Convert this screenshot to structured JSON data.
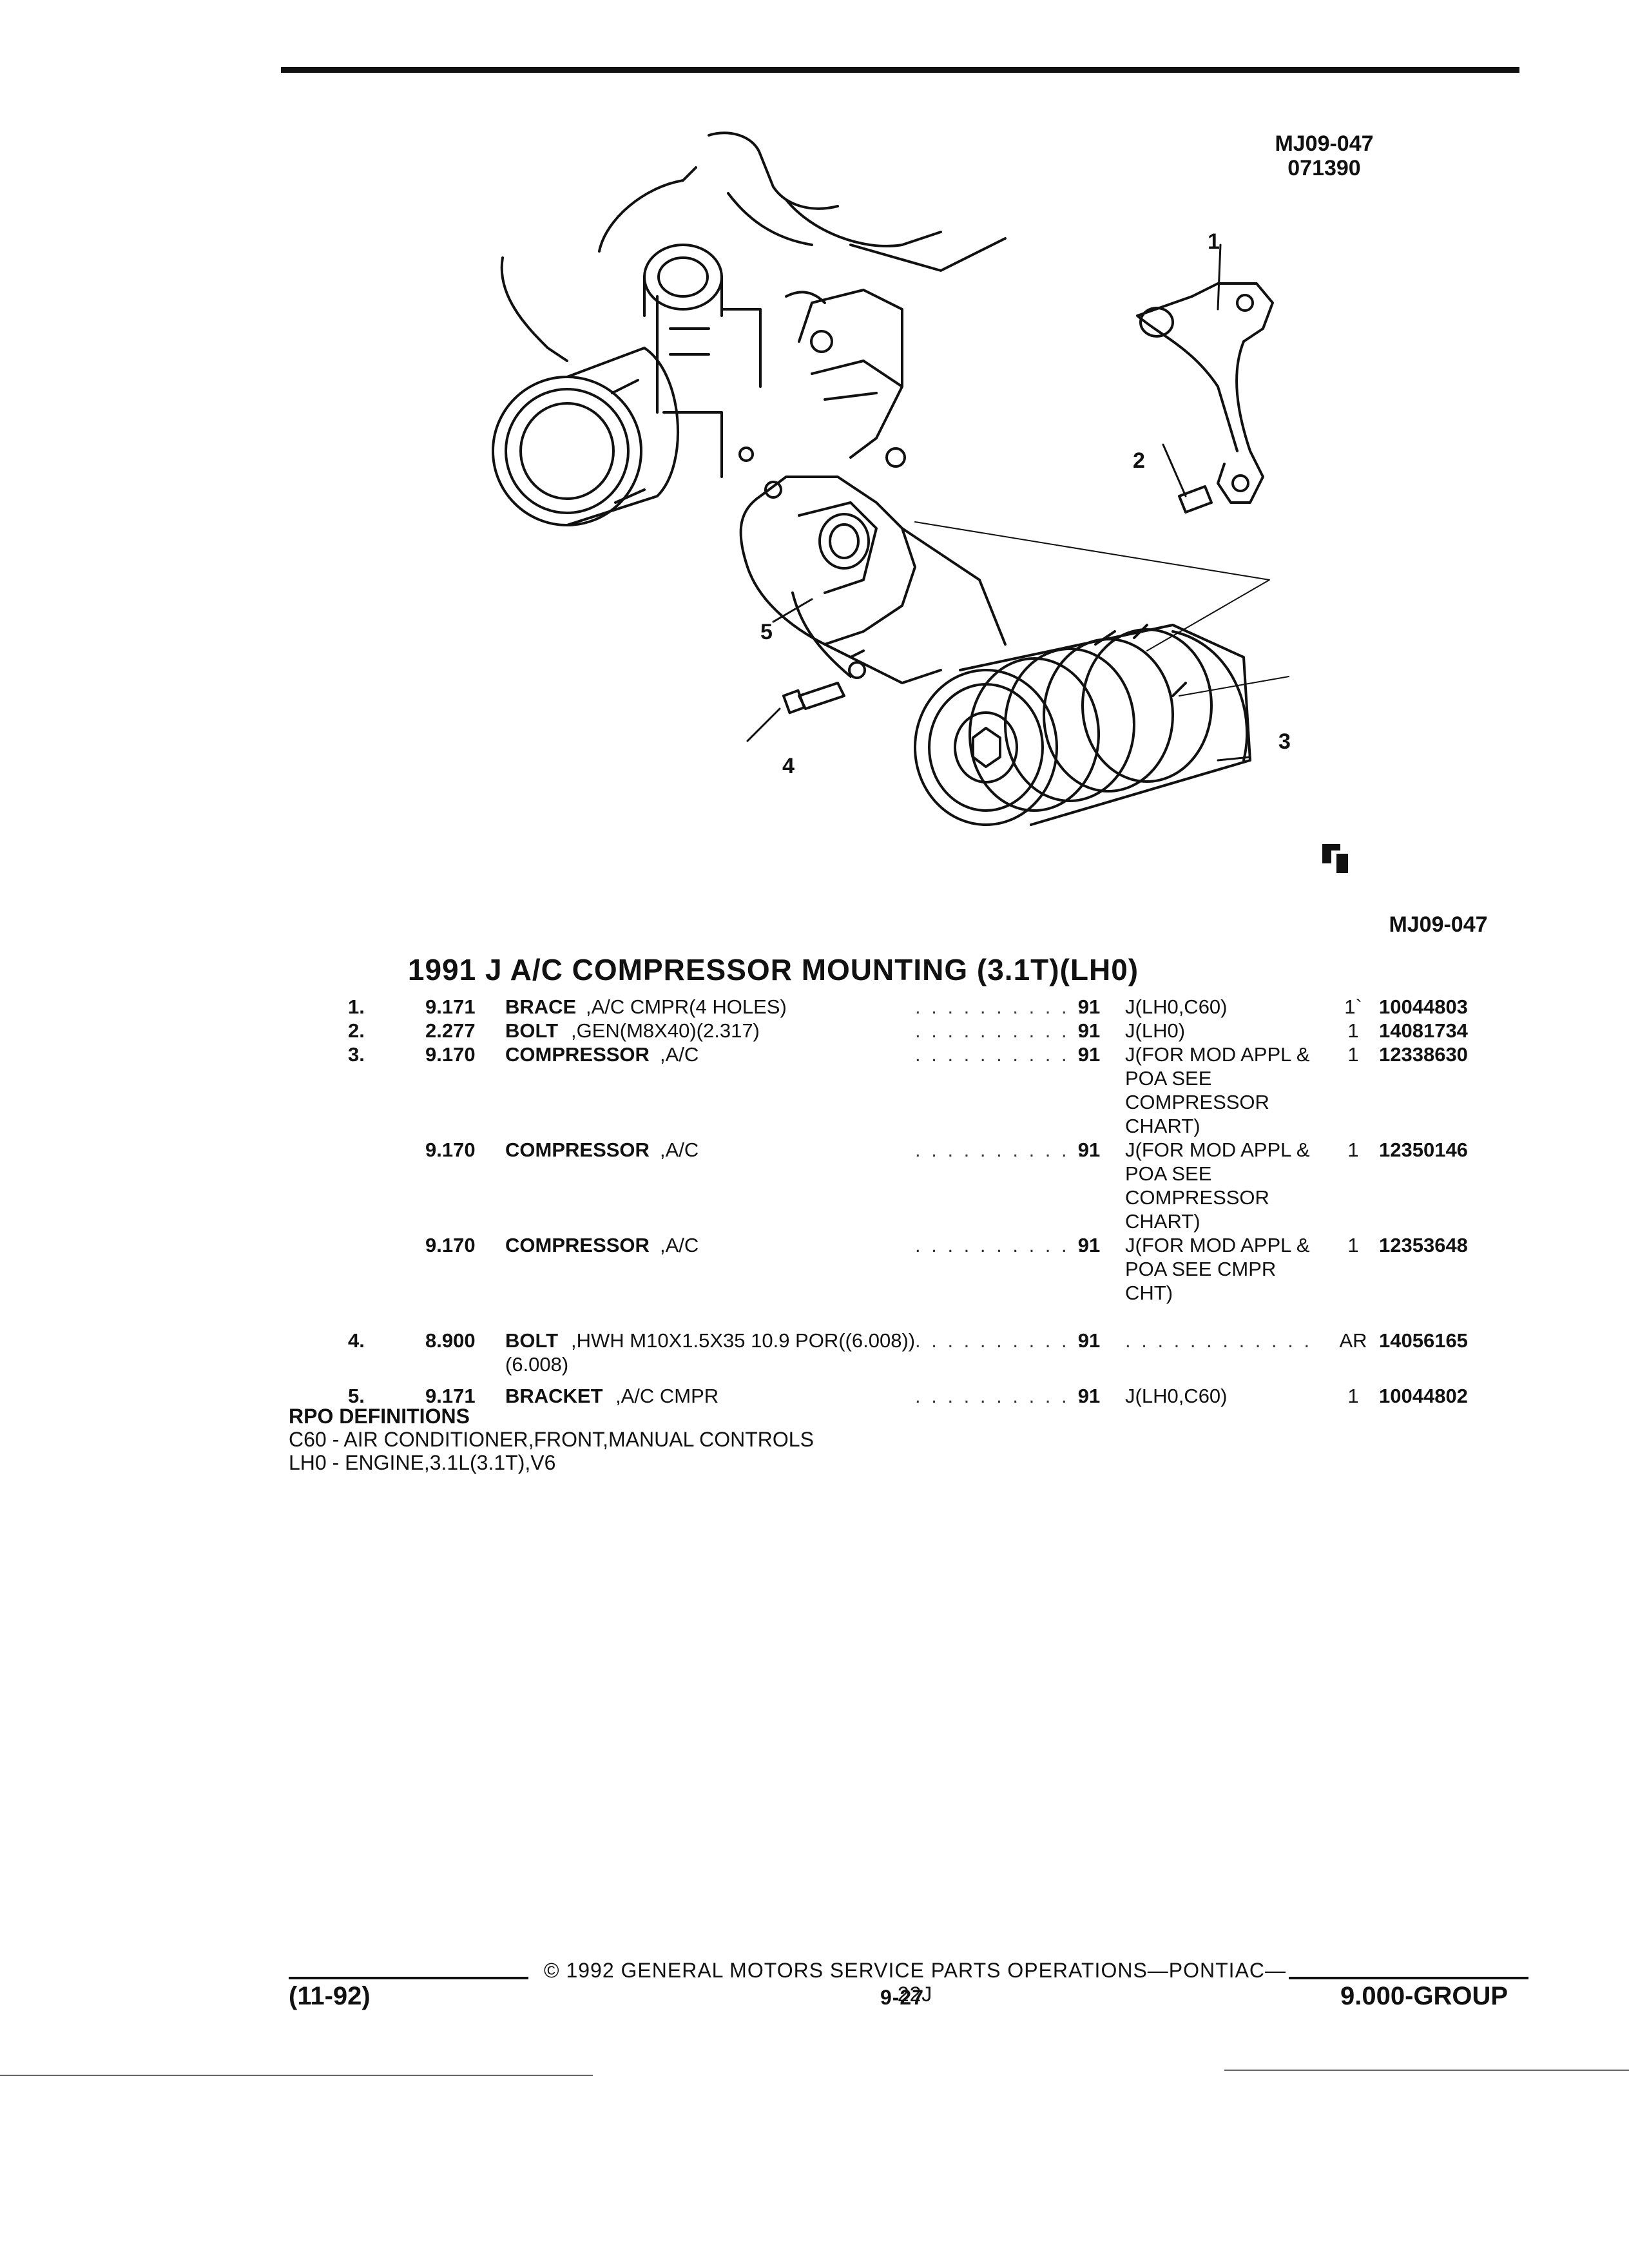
{
  "figure": {
    "code_top": "MJ09-047",
    "date_code": "071390",
    "code_bottom": "MJ09-047",
    "callouts": [
      "1",
      "2",
      "3",
      "4",
      "5"
    ]
  },
  "title": "1991 J A/C COMPRESSOR MOUNTING (3.1T)(LH0)",
  "parts": [
    {
      "num": "1.",
      "code": "9.171",
      "name": "BRACE",
      "desc": ",A/C CMPR(4 HOLES)",
      "year": "91",
      "usage": [
        "J(LH0,C60)"
      ],
      "qty": "1`",
      "part_no": "10044803"
    },
    {
      "num": "2.",
      "code": "2.277",
      "name": "BOLT",
      "desc": ",GEN(M8X40)(2.317)",
      "year": "91",
      "usage": [
        "J(LH0)"
      ],
      "qty": "1",
      "part_no": "14081734"
    },
    {
      "num": "3.",
      "code": "9.170",
      "name": "COMPRESSOR",
      "desc": ",A/C",
      "year": "91",
      "usage": [
        "J(FOR MOD APPL &",
        "POA SEE",
        "COMPRESSOR",
        "CHART)"
      ],
      "qty": "1",
      "part_no": "12338630"
    },
    {
      "num": "",
      "code": "9.170",
      "name": "COMPRESSOR",
      "desc": ",A/C",
      "year": "91",
      "usage": [
        "J(FOR MOD APPL &",
        "POA SEE",
        "COMPRESSOR",
        "CHART)"
      ],
      "qty": "1",
      "part_no": "12350146"
    },
    {
      "num": "",
      "code": "9.170",
      "name": "COMPRESSOR",
      "desc": ",A/C",
      "year": "91",
      "usage": [
        "J(FOR MOD APPL &",
        "POA SEE CMPR",
        "CHT)"
      ],
      "qty": "1",
      "part_no": "12353648"
    },
    {
      "num": "4.",
      "code": "8.900",
      "name": "BOLT",
      "desc": ",HWH M10X1.5X35 10.9 POR((6.008))",
      "desc2": "(6.008)",
      "year": "91",
      "usage": [
        ""
      ],
      "qty": "AR",
      "part_no": "14056165"
    },
    {
      "num": "5.",
      "code": "9.171",
      "name": "BRACKET",
      "desc": ",A/C CMPR",
      "year": "91",
      "usage": [
        "J(LH0,C60)"
      ],
      "qty": "1",
      "part_no": "10044802"
    }
  ],
  "rpo": {
    "heading": "RPO DEFINITIONS",
    "lines": [
      "C60 - AIR CONDITIONER,FRONT,MANUAL CONTROLS",
      "LH0 - ENGINE,3.1L(3.1T),V6"
    ]
  },
  "footer": {
    "copyright": "© 1992 GENERAL MOTORS SERVICE PARTS OPERATIONS—PONTIAC—22J",
    "date": "(11-92)",
    "page": "9-27",
    "group": "9.000-GROUP"
  }
}
